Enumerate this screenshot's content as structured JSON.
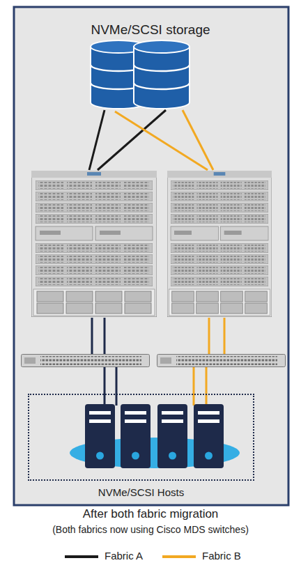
{
  "diagram": {
    "caption": "After both fabric migration",
    "nodes": [
      {
        "text": [
          "NVMe/SCSI storage"
        ]
      },
      {
        "text": [
          "NVMe/SCSI Hosts"
        ]
      }
    ],
    "labels": [
      "(Both fabrics now using Cisco MDS switches)"
    ],
    "legend": [
      {
        "text": "Fabric A"
      },
      {
        "text": "Fabric B"
      }
    ]
  }
}
